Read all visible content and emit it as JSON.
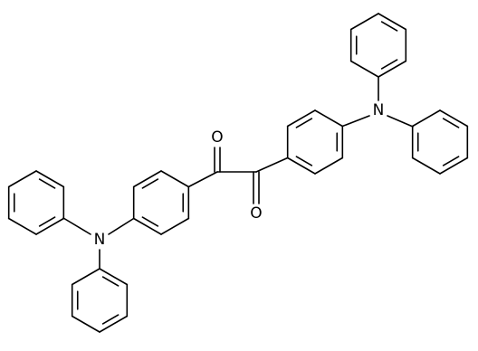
{
  "structure": {
    "atoms": {
      "oxygen_top": "O",
      "oxygen_bottom": "O",
      "nitrogen_right": "N",
      "nitrogen_left": "N"
    }
  },
  "colors": {
    "bond": "#000000",
    "label": "#000000",
    "background": "#ffffff"
  }
}
